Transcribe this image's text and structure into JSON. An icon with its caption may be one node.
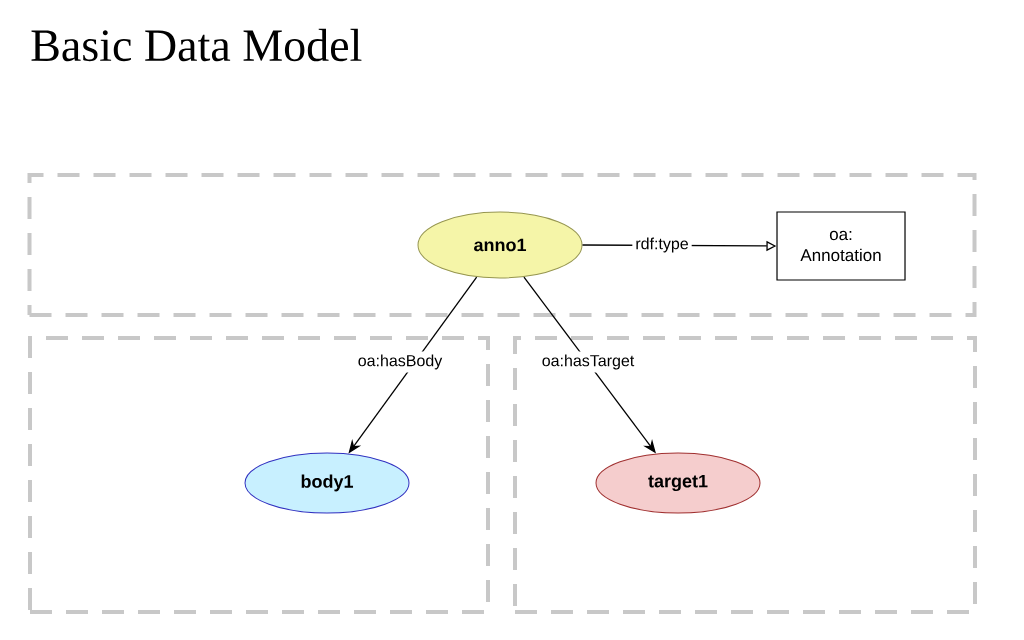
{
  "diagram": {
    "title": "Basic Data Model",
    "nodes": [
      {
        "text": [],
        "shape": "box"
      },
      {
        "text": [
          "anno1"
        ],
        "in": 0
      },
      {
        "text": [
          "oa: Annotation"
        ],
        "in": 0
      },
      {
        "text": [],
        "shape": "box"
      },
      {
        "text": [
          "body1"
        ],
        "in": 3
      },
      {
        "text": [],
        "shape": "box"
      },
      {
        "text": [
          "target1"
        ],
        "in": 5
      }
    ],
    "edges": [
      {
        "from": 1,
        "to": 2,
        "arrow": "to",
        "label": "rdf:type"
      },
      {
        "from": 1,
        "to": 4,
        "arrow": "to",
        "label": "oa:hasBody"
      },
      {
        "from": 1,
        "to": 6,
        "arrow": "to",
        "label": "oa:hasTarget"
      }
    ]
  }
}
